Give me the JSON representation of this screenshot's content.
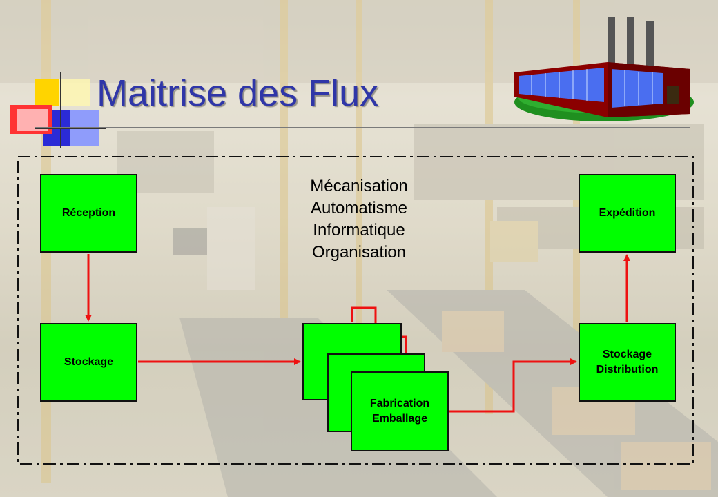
{
  "slide": {
    "title": "Maitrise des Flux"
  },
  "methods": [
    "Mécanisation",
    "Automatisme",
    "Informatique",
    "Organisation"
  ],
  "boxes": {
    "reception": "Réception",
    "stockage": "Stockage",
    "expedition": "Expédition",
    "stockage_distribution": "Stockage\nDistribution",
    "fabrication": "Fabrication\nEmballage"
  },
  "colors": {
    "box_fill": "#00ff00",
    "arrow": "#ee1111",
    "title": "#2f36a8"
  }
}
